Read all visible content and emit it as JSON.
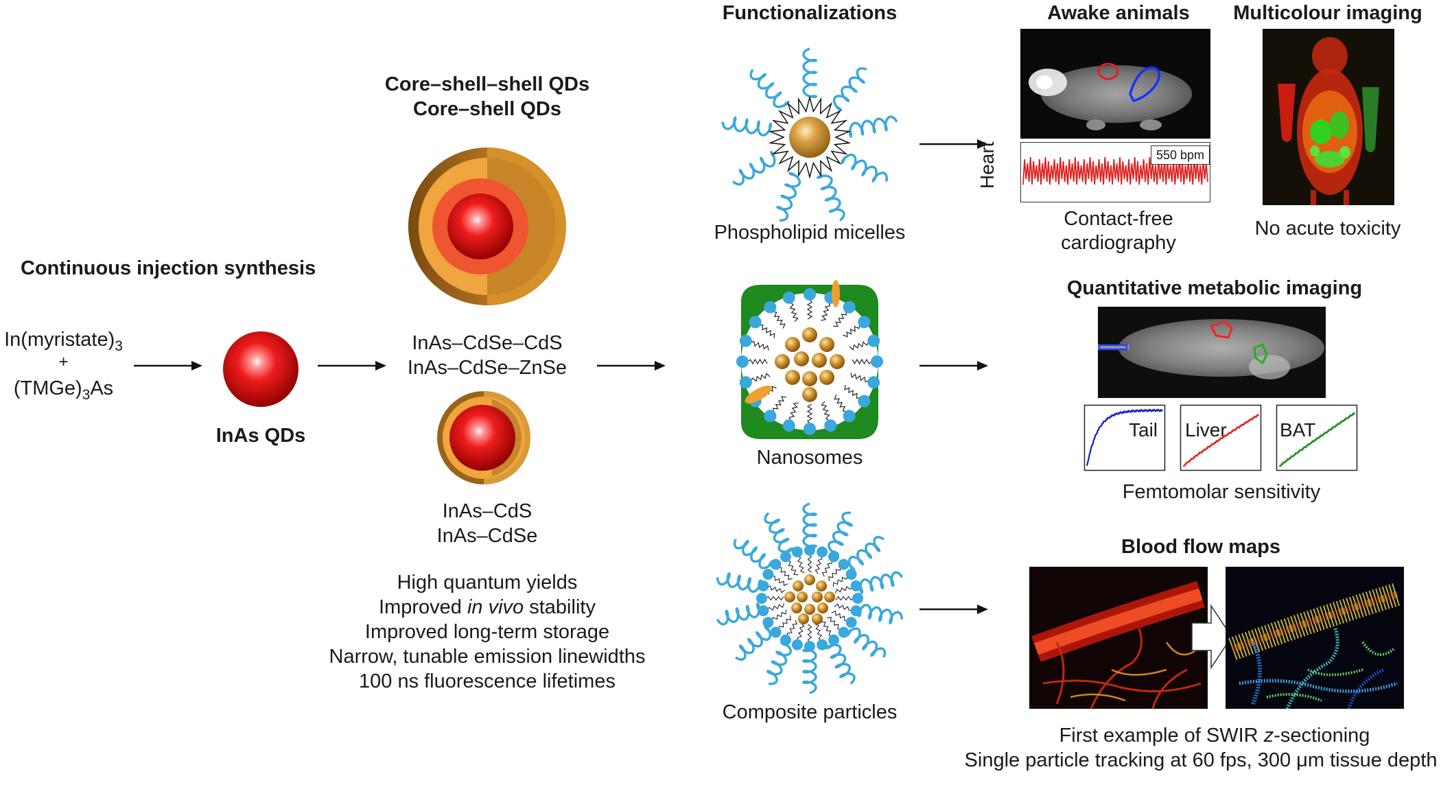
{
  "synthesis": {
    "header": "Continuous injection synthesis",
    "reagent1": "In(myristate)",
    "reagent1_sub": "3",
    "plus": "+",
    "reagent2_pre": "(TMGe)",
    "reagent2_sub": "3",
    "reagent2_post": "As",
    "product_label": "InAs QDs"
  },
  "shells": {
    "header_line1": "Core–shell–shell QDs",
    "header_line2": "Core–shell QDs",
    "css_line1": "InAs–CdSe–CdS",
    "css_line2": "InAs–CdSe–ZnSe",
    "cs_line1": "InAs–CdS",
    "cs_line2": "InAs–CdSe",
    "properties": [
      "High quantum yields",
      "Improved in vivo stability",
      "Improved long-term storage",
      "Narrow, tunable emission linewidths",
      "100 ns fluorescence lifetimes"
    ],
    "property2_pre": "Improved ",
    "property2_em": "in vivo",
    "property2_post": " stability"
  },
  "functionalizations": {
    "header": "Functionalizations",
    "micelles": "Phospholipid micelles",
    "nanosomes": "Nanosomes",
    "composite": "Composite particles"
  },
  "applications": {
    "awake_header": "Awake animals",
    "heart_label": "Heart",
    "bpm": "550 bpm",
    "cardio_line1": "Contact-free",
    "cardio_line2": "cardiography",
    "multicolour_header": "Multicolour imaging",
    "toxicity": "No acute toxicity",
    "metabolic_header": "Quantitative metabolic imaging",
    "curves": [
      "Tail",
      "Liver",
      "BAT"
    ],
    "sensitivity": "Femtomolar sensitivity",
    "blood_header": "Blood flow maps",
    "swir_pre": "First example of SWIR ",
    "swir_em": "z",
    "swir_post": "-sectioning",
    "tracking": "Single particle tracking at 60 fps, 300 μm tissue depth"
  },
  "colors": {
    "qd_red": "#e01010",
    "shell_orange": "#f0a030",
    "gold": "#c8902a",
    "lipid_blue": "#3aa8dc",
    "nanosome_green": "#1f8a1f",
    "curve_blue": "#1020c0",
    "curve_red": "#e02020",
    "curve_green": "#1a8a1a"
  }
}
